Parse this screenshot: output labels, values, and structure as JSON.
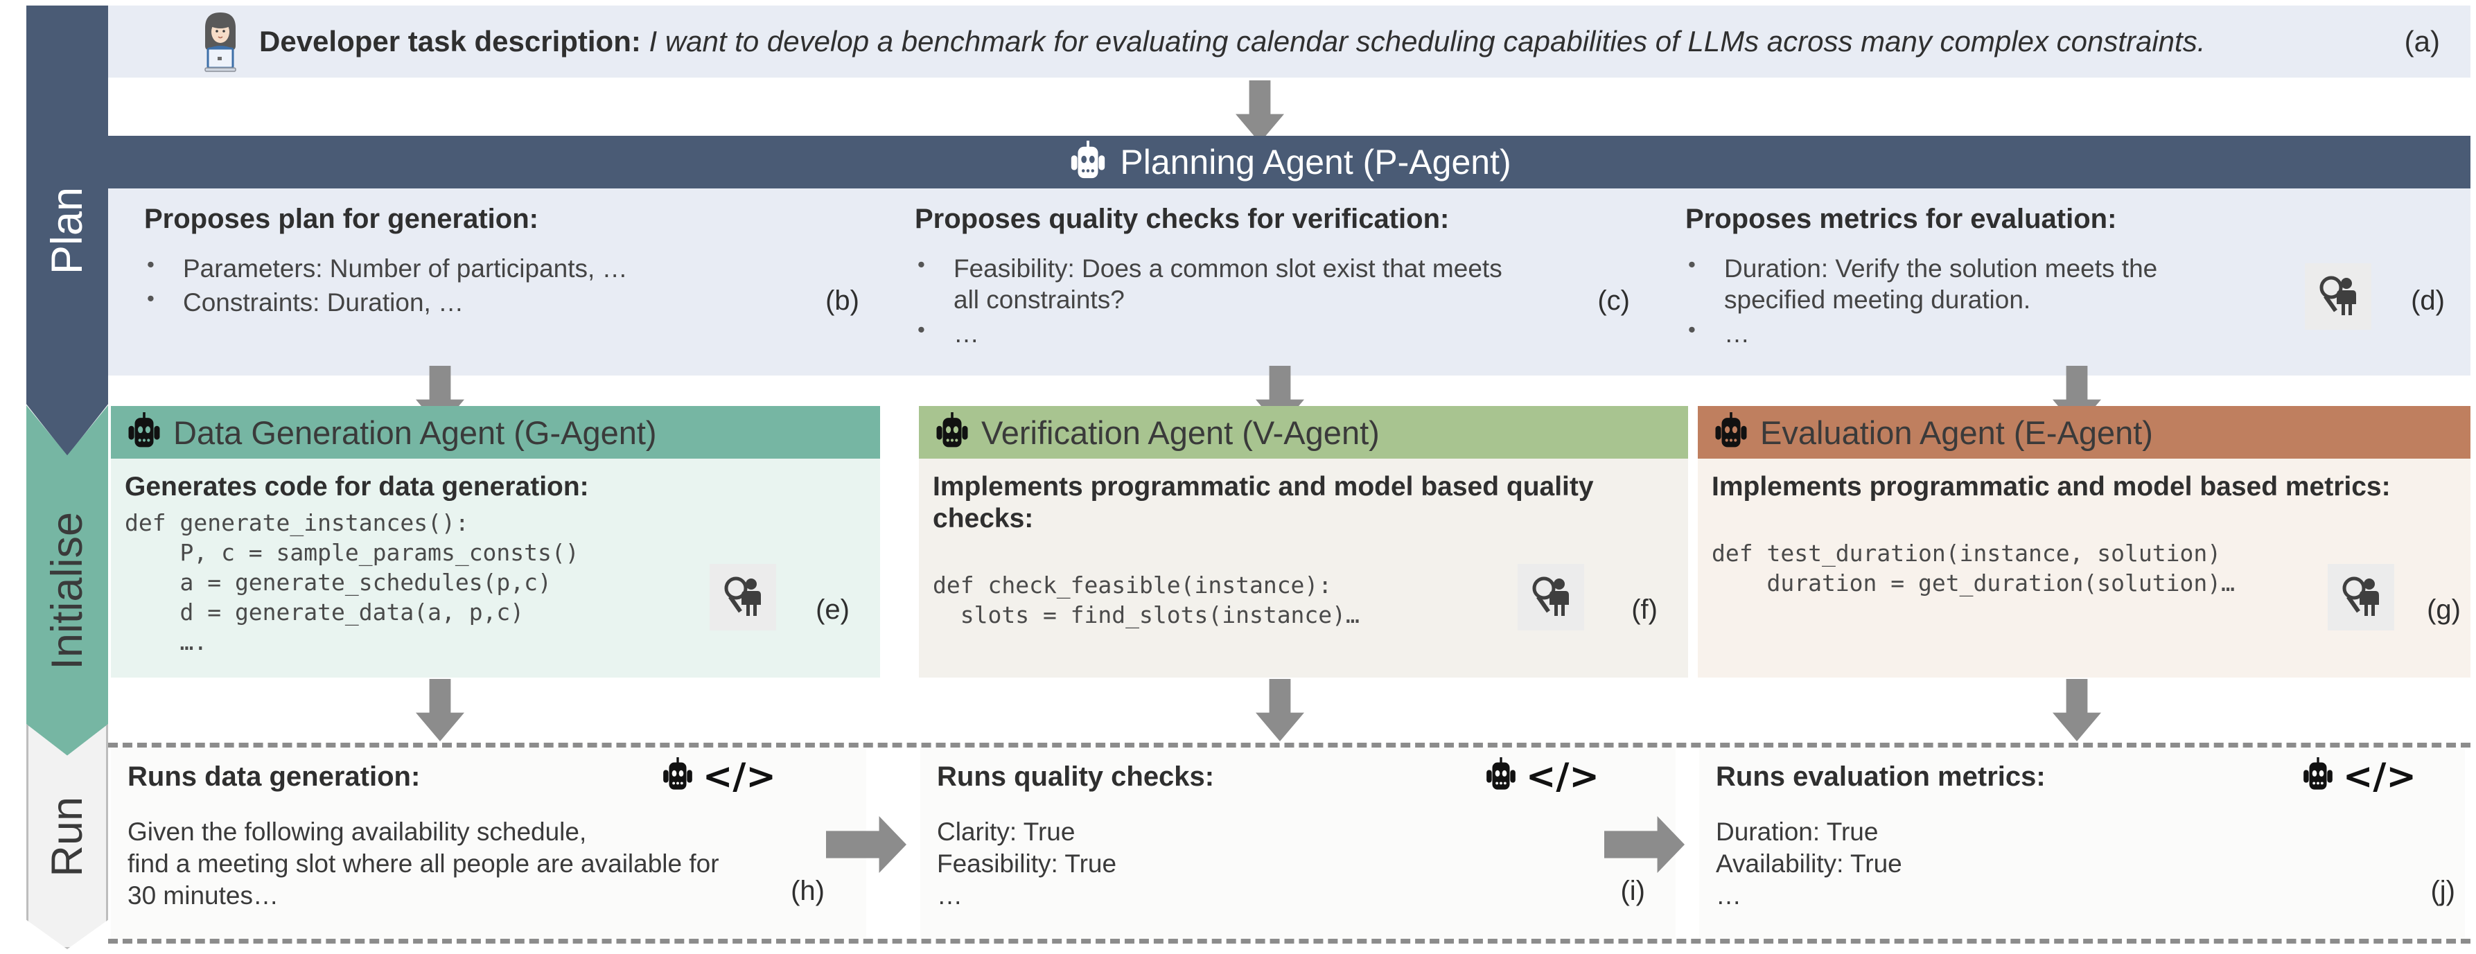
{
  "phases": [
    {
      "id": "plan",
      "label": "Plan"
    },
    {
      "id": "initialise",
      "label": "Initialise"
    },
    {
      "id": "run",
      "label": "Run"
    }
  ],
  "header": {
    "avatar_icon": "developer-avatar-icon",
    "label": "Developer task description:",
    "task": "I want to develop a benchmark for evaluating calendar scheduling capabilities of LLMs across many complex constraints.",
    "tag": "(a)"
  },
  "plan": {
    "agent": {
      "icon": "robot-icon",
      "title": "Planning Agent (P-Agent)",
      "bar_color": "#4a5b75"
    },
    "columns": [
      {
        "heading": "Proposes plan for generation:",
        "bullets": [
          "Parameters: Number of participants, …",
          "Constraints: Duration, …"
        ],
        "tag": "(b)",
        "human_in_loop": false
      },
      {
        "heading": "Proposes quality checks for verification:",
        "bullets": [
          "Feasibility: Does a common slot exist that meets all constraints?",
          "…"
        ],
        "tag": "(c)",
        "human_in_loop": false
      },
      {
        "heading": "Proposes metrics for evaluation:",
        "bullets": [
          "Duration: Verify the solution meets the specified meeting duration.",
          "…"
        ],
        "tag": "(d)",
        "human_in_loop": true,
        "human_icon": "human-in-the-loop-icon"
      }
    ]
  },
  "initialise": {
    "cards": [
      {
        "icon": "robot-icon",
        "title": "Data Generation Agent (G-Agent)",
        "header_color": "#76b6a3",
        "body_color": "#e9f4f0",
        "heading": "Generates code for data generation:",
        "code": "def generate_instances():\n    P, c = sample_params_consts()\n    a = generate_schedules(p,c)\n    d = generate_data(a, p,c)\n    ….",
        "tag": "(e)",
        "human_icon": "human-in-the-loop-icon"
      },
      {
        "icon": "robot-icon",
        "title": "Verification Agent (V-Agent)",
        "header_color": "#a8c490",
        "body_color": "#f3f1ec",
        "heading": "Implements programmatic and model based quality checks:",
        "code": "def check_feasible(instance):\n  slots = find_slots(instance)…",
        "tag": "(f)",
        "human_icon": "human-in-the-loop-icon"
      },
      {
        "icon": "robot-icon",
        "title": "Evaluation Agent (E-Agent)",
        "header_color": "#bf7f5f",
        "body_color": "#f8f2ec",
        "heading": "Implements programmatic and model based metrics:",
        "code": "def test_duration(instance, solution)\n    duration = get_duration(solution)…",
        "tag": "(g)",
        "human_icon": "human-in-the-loop-icon"
      }
    ]
  },
  "run": {
    "cards": [
      {
        "heading": "Runs data generation:",
        "body": "Given the following availability schedule,\n find a meeting slot where all people are available for\n30 minutes…",
        "tag": "(h)",
        "robot_icon": "robot-icon",
        "code_icon": "code-brackets-icon"
      },
      {
        "heading": "Runs quality checks:",
        "body": "Clarity: True\nFeasibility: True\n…",
        "tag": "(i)",
        "robot_icon": "robot-icon",
        "code_icon": "code-brackets-icon"
      },
      {
        "heading": "Runs evaluation metrics:",
        "body": "Duration: True\nAvailability: True\n…",
        "tag": "(j)",
        "robot_icon": "robot-icon",
        "code_icon": "code-brackets-icon"
      }
    ]
  },
  "colors": {
    "plan_dark": "#4a5b75",
    "plan_light": "#e8ecf4",
    "initialise_green": "#76b6a3",
    "verification_green": "#a8c490",
    "evaluation_terracotta": "#bf7f5f",
    "arrow_gray": "#8c8c8c"
  }
}
